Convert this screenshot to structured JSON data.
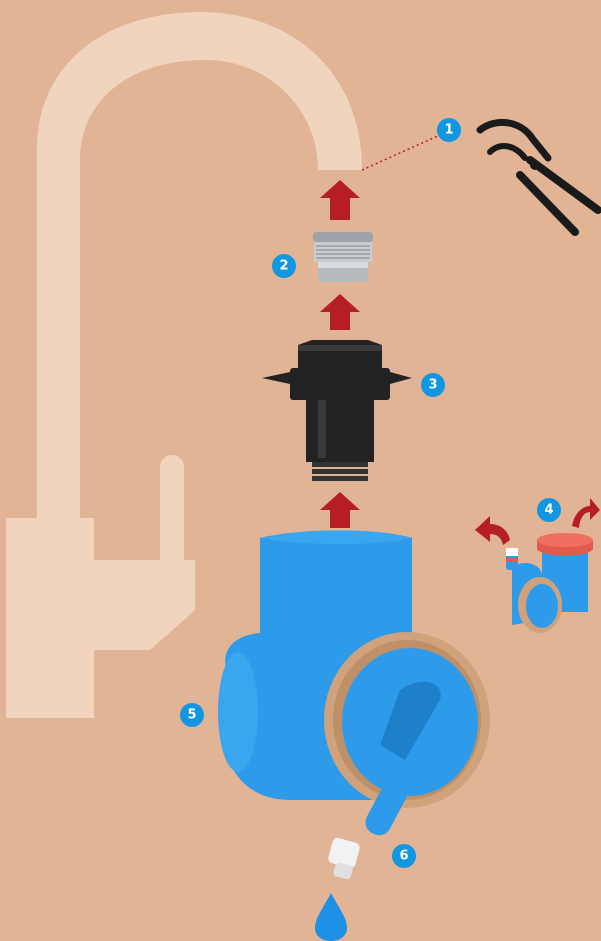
{
  "colors": {
    "background": "#E2B496",
    "faucet": "#F0D4BE",
    "arrow": "#B51F24",
    "filter_blue": "#2E9BEA",
    "filter_blue_dark": "#1E7FCB",
    "ring": "#CFA27C",
    "badge": "#1196E2",
    "adapter_dark": "#222222",
    "aerator_metal": "#BFC3C7",
    "drop": "#1E90E5"
  },
  "steps": [
    {
      "number": "1",
      "part": "faucet-outlet"
    },
    {
      "number": "2",
      "part": "aerator"
    },
    {
      "number": "3",
      "part": "adapter"
    },
    {
      "number": "4",
      "part": "caps"
    },
    {
      "number": "5",
      "part": "filter-body"
    },
    {
      "number": "6",
      "part": "filtered-water-spout"
    }
  ],
  "icons": [
    "pliers-icon",
    "water-drop-icon",
    "arrow-up-icon"
  ]
}
